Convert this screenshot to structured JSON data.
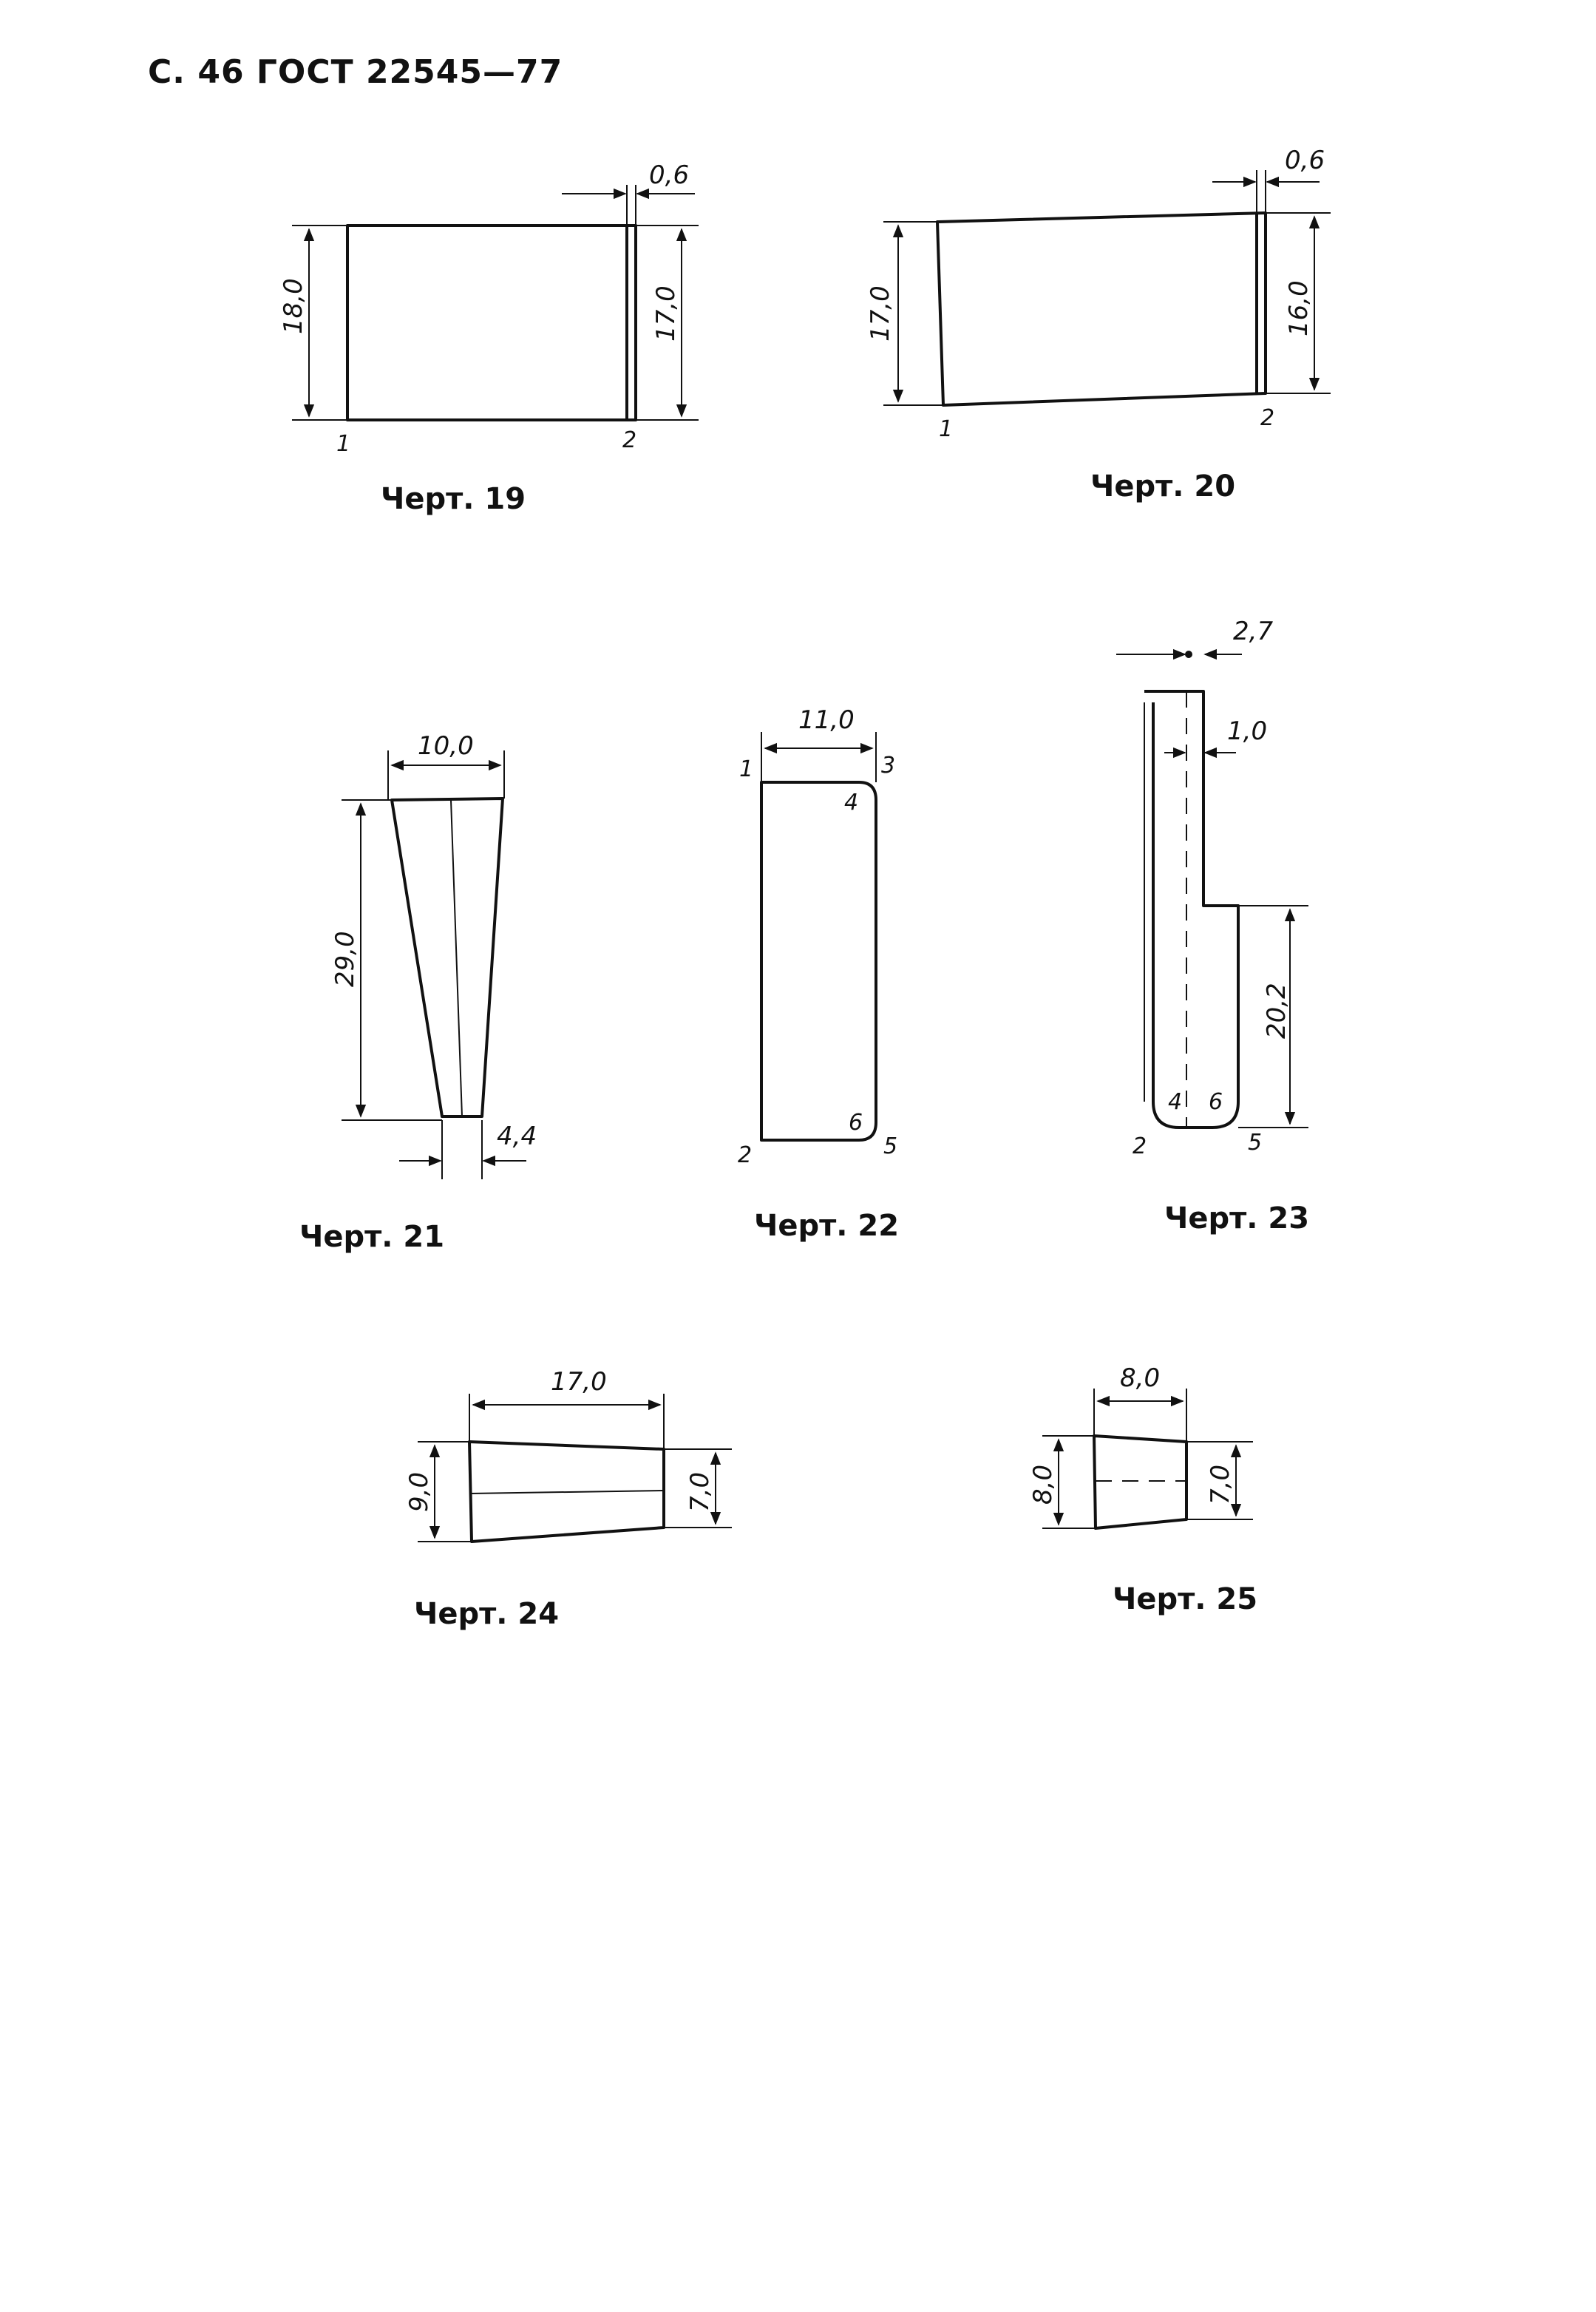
{
  "header": "С. 46 ГОСТ 22545—77",
  "figures": [
    {
      "caption": "Черт. 19",
      "dims": [
        "0,6",
        "18,0",
        "17,0"
      ],
      "points": [
        "1",
        "2"
      ]
    },
    {
      "caption": "Черт. 20",
      "dims": [
        "0,6",
        "17,0",
        "16,0"
      ],
      "points": [
        "1",
        "2"
      ]
    },
    {
      "caption": "Черт. 21",
      "dims": [
        "10,0",
        "29,0",
        "4,4"
      ],
      "points": []
    },
    {
      "caption": "Черт. 22",
      "dims": [
        "11,0"
      ],
      "points": [
        "1",
        "2",
        "3",
        "4",
        "5",
        "6"
      ]
    },
    {
      "caption": "Черт. 23",
      "dims": [
        "2,7",
        "1,0",
        "20,2"
      ],
      "points": [
        "2",
        "4",
        "5",
        "6"
      ]
    },
    {
      "caption": "Черт. 24",
      "dims": [
        "17,0",
        "9,0",
        "7,0"
      ],
      "points": []
    },
    {
      "caption": "Черт. 25",
      "dims": [
        "8,0",
        "8,0",
        "7,0"
      ],
      "points": []
    }
  ]
}
